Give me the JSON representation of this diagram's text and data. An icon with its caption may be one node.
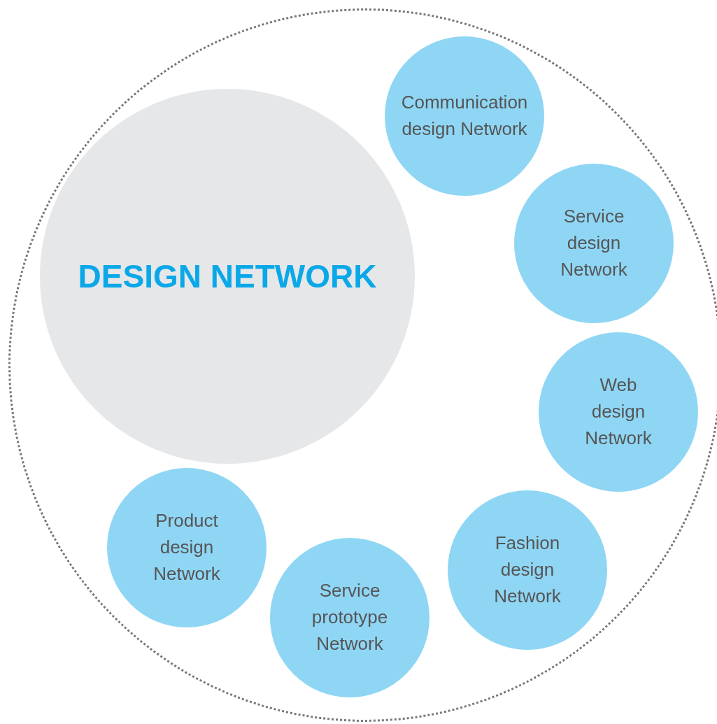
{
  "diagram": {
    "nodes": [
      {
        "text": [],
        "shape": "circle"
      },
      {
        "text": [
          "DESIGN NETWORK"
        ],
        "in": 0
      },
      {
        "text": [
          "Communication design Network"
        ],
        "in": 0
      },
      {
        "text": [
          "Service design Network"
        ],
        "in": 0
      },
      {
        "text": [
          "Web design Network"
        ],
        "in": 0
      },
      {
        "text": [
          "Fashion design Network"
        ],
        "in": 0
      },
      {
        "text": [
          "Service prototype Network"
        ],
        "in": 0
      },
      {
        "text": [
          "Product design Network"
        ],
        "in": 0
      }
    ]
  }
}
